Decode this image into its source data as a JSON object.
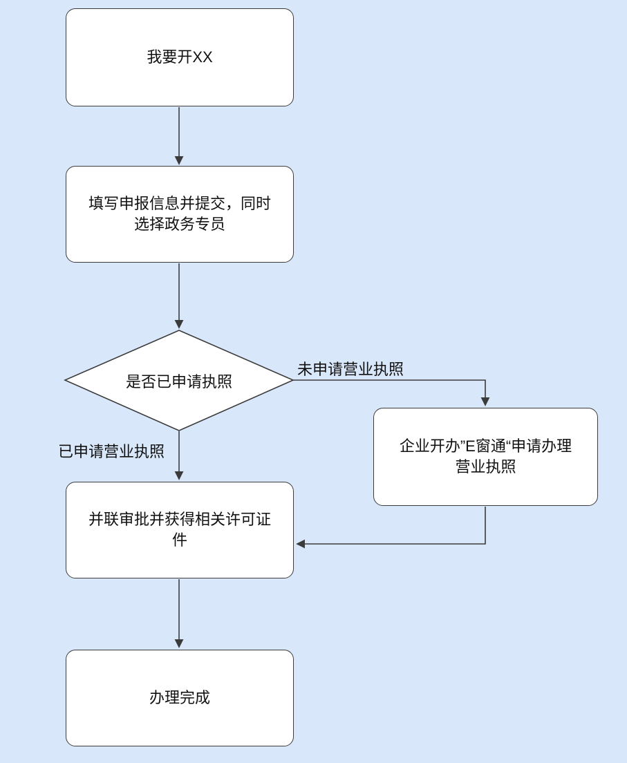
{
  "colors": {
    "background": "#d9e7fa",
    "shape_fill": "#ffffff",
    "stroke": "#3b3b3b",
    "text": "#111111"
  },
  "flowchart": {
    "nodes": {
      "start": {
        "label": "我要开XX"
      },
      "fill_info": {
        "label": "填写申报信息并提交，同时\n选择政务专员"
      },
      "decision": {
        "label": "是否已申请执照"
      },
      "ewindow": {
        "label": "企业开办”E窗通“申请办理\n营业执照"
      },
      "approval": {
        "label": "并联审批并获得相关许可证\n件"
      },
      "done": {
        "label": "办理完成"
      }
    },
    "edges": {
      "not_applied": {
        "label": "未申请营业执照"
      },
      "applied": {
        "label": "已申请营业执照"
      }
    }
  }
}
